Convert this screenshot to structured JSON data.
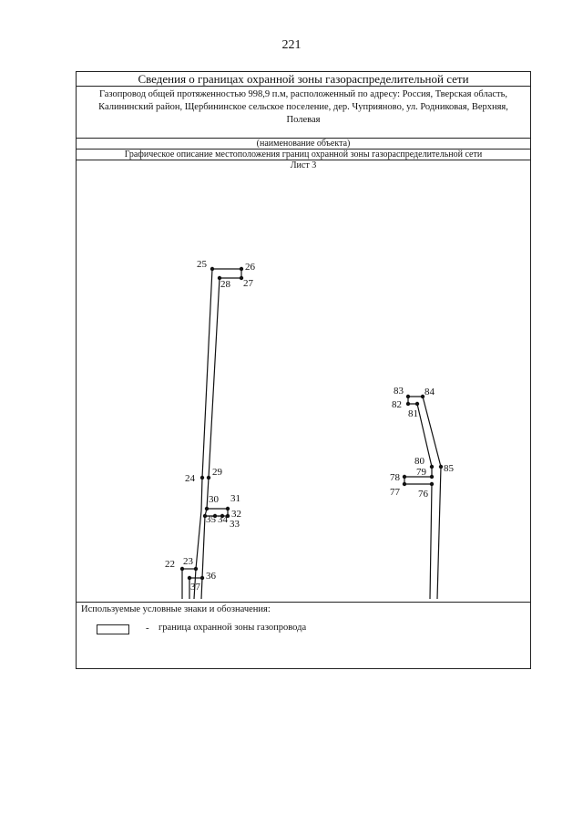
{
  "page_number": "221",
  "header": {
    "title": "Сведения о границах охранной зоны газораспределительной сети",
    "description": "Газопровод общей протяженностью 998,9 п.м, расположенный по адресу: Россия, Тверская область, Калининский район, Щербининское сельское поселение, дер. Чуприяново, ул. Родниковая, Верхняя, Полевая",
    "object_caption": "(наименование объекта)",
    "graphic_title": "Графическое описание местоположения границ охранной зоны газораспределительной сети",
    "sheet": "Лист 3"
  },
  "legend": {
    "title": "Используемые условные знаки и обозначения:",
    "dash": "-",
    "boundary_label": "граница охранной зоны газопровода"
  },
  "point_labels": {
    "p22": "22",
    "p23": "23",
    "p24": "24",
    "p25": "25",
    "p26": "26",
    "p27": "27",
    "p28": "28",
    "p29": "29",
    "p30": "30",
    "p31": "31",
    "p32": "32",
    "p33": "33",
    "p34": "34",
    "p35": "35",
    "p36": "36",
    "p37": "37",
    "p76": "76",
    "p77": "77",
    "p78": "78",
    "p79": "79",
    "p80": "80",
    "p81": "81",
    "p82": "82",
    "p83": "83",
    "p84": "84",
    "p85": "85"
  }
}
